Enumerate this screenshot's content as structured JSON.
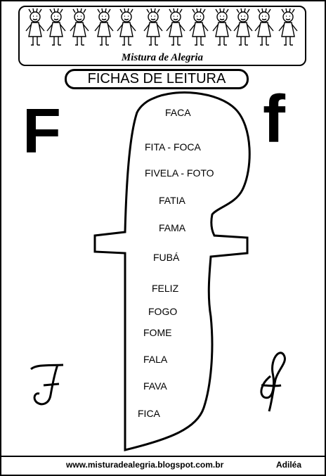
{
  "header": {
    "brand": "Mistura de Alegria",
    "title": "FICHAS DE LEITURA"
  },
  "letters": {
    "upper_print": "F",
    "lower_print": "f"
  },
  "words": [
    "FACA",
    "FITA  -  FOCA",
    "FIVELA - FOTO",
    "FATIA",
    "FAMA",
    "FUBÁ",
    "FELIZ",
    "FOGO",
    "FOME",
    "FALA",
    "FAVA",
    "FICA"
  ],
  "footer": {
    "website": "www.misturadealegria.blogspot.com.br",
    "author": "Adiléa"
  }
}
